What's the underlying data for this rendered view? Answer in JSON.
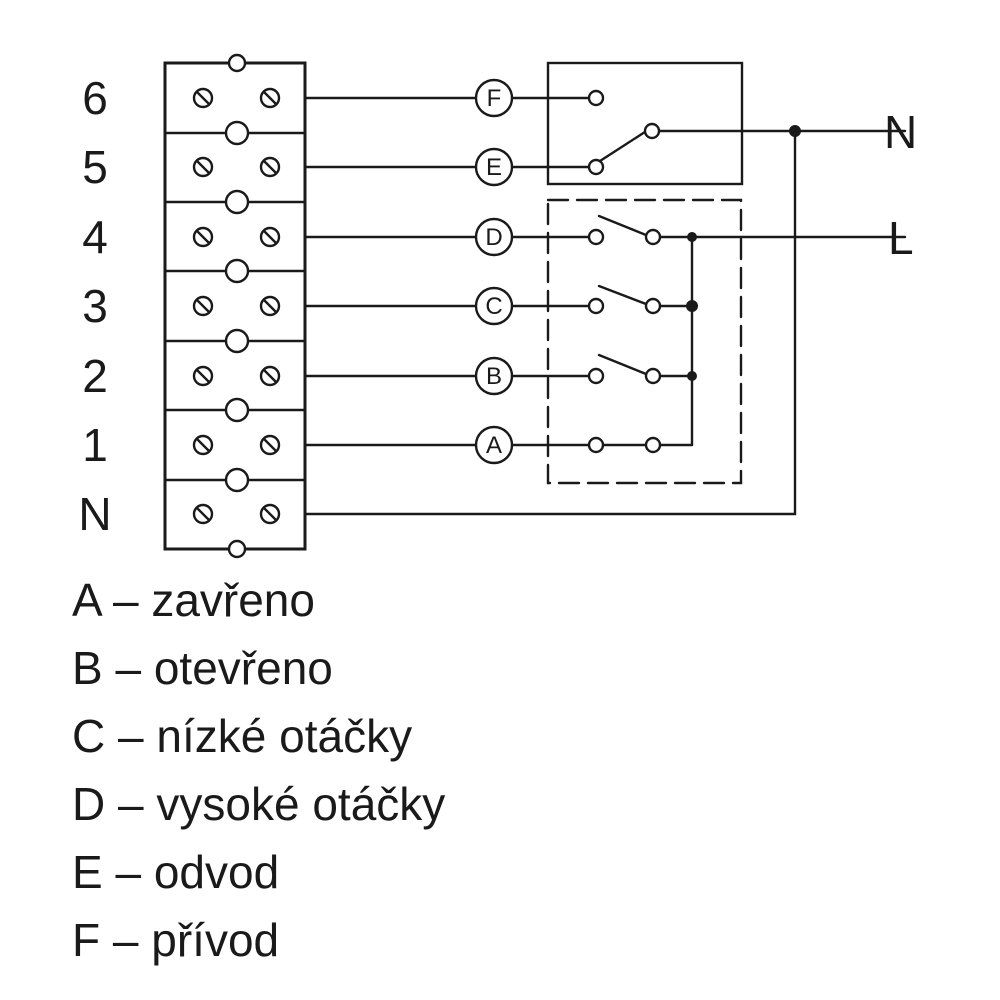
{
  "terminals": [
    "6",
    "5",
    "4",
    "3",
    "2",
    "1",
    "N"
  ],
  "nodes": [
    "F",
    "E",
    "D",
    "C",
    "B",
    "A"
  ],
  "supply": {
    "neutral": "N",
    "live": "L"
  },
  "legend": [
    {
      "key": "A",
      "sep": "–",
      "text": "zavřeno"
    },
    {
      "key": "B",
      "sep": "–",
      "text": "otevřeno"
    },
    {
      "key": "C",
      "sep": "–",
      "text": "nízké otáčky"
    },
    {
      "key": "D",
      "sep": "–",
      "text": "vysoké otáčky"
    },
    {
      "key": "E",
      "sep": "–",
      "text": "odvod"
    },
    {
      "key": "F",
      "sep": "–",
      "text": "přívod"
    }
  ]
}
